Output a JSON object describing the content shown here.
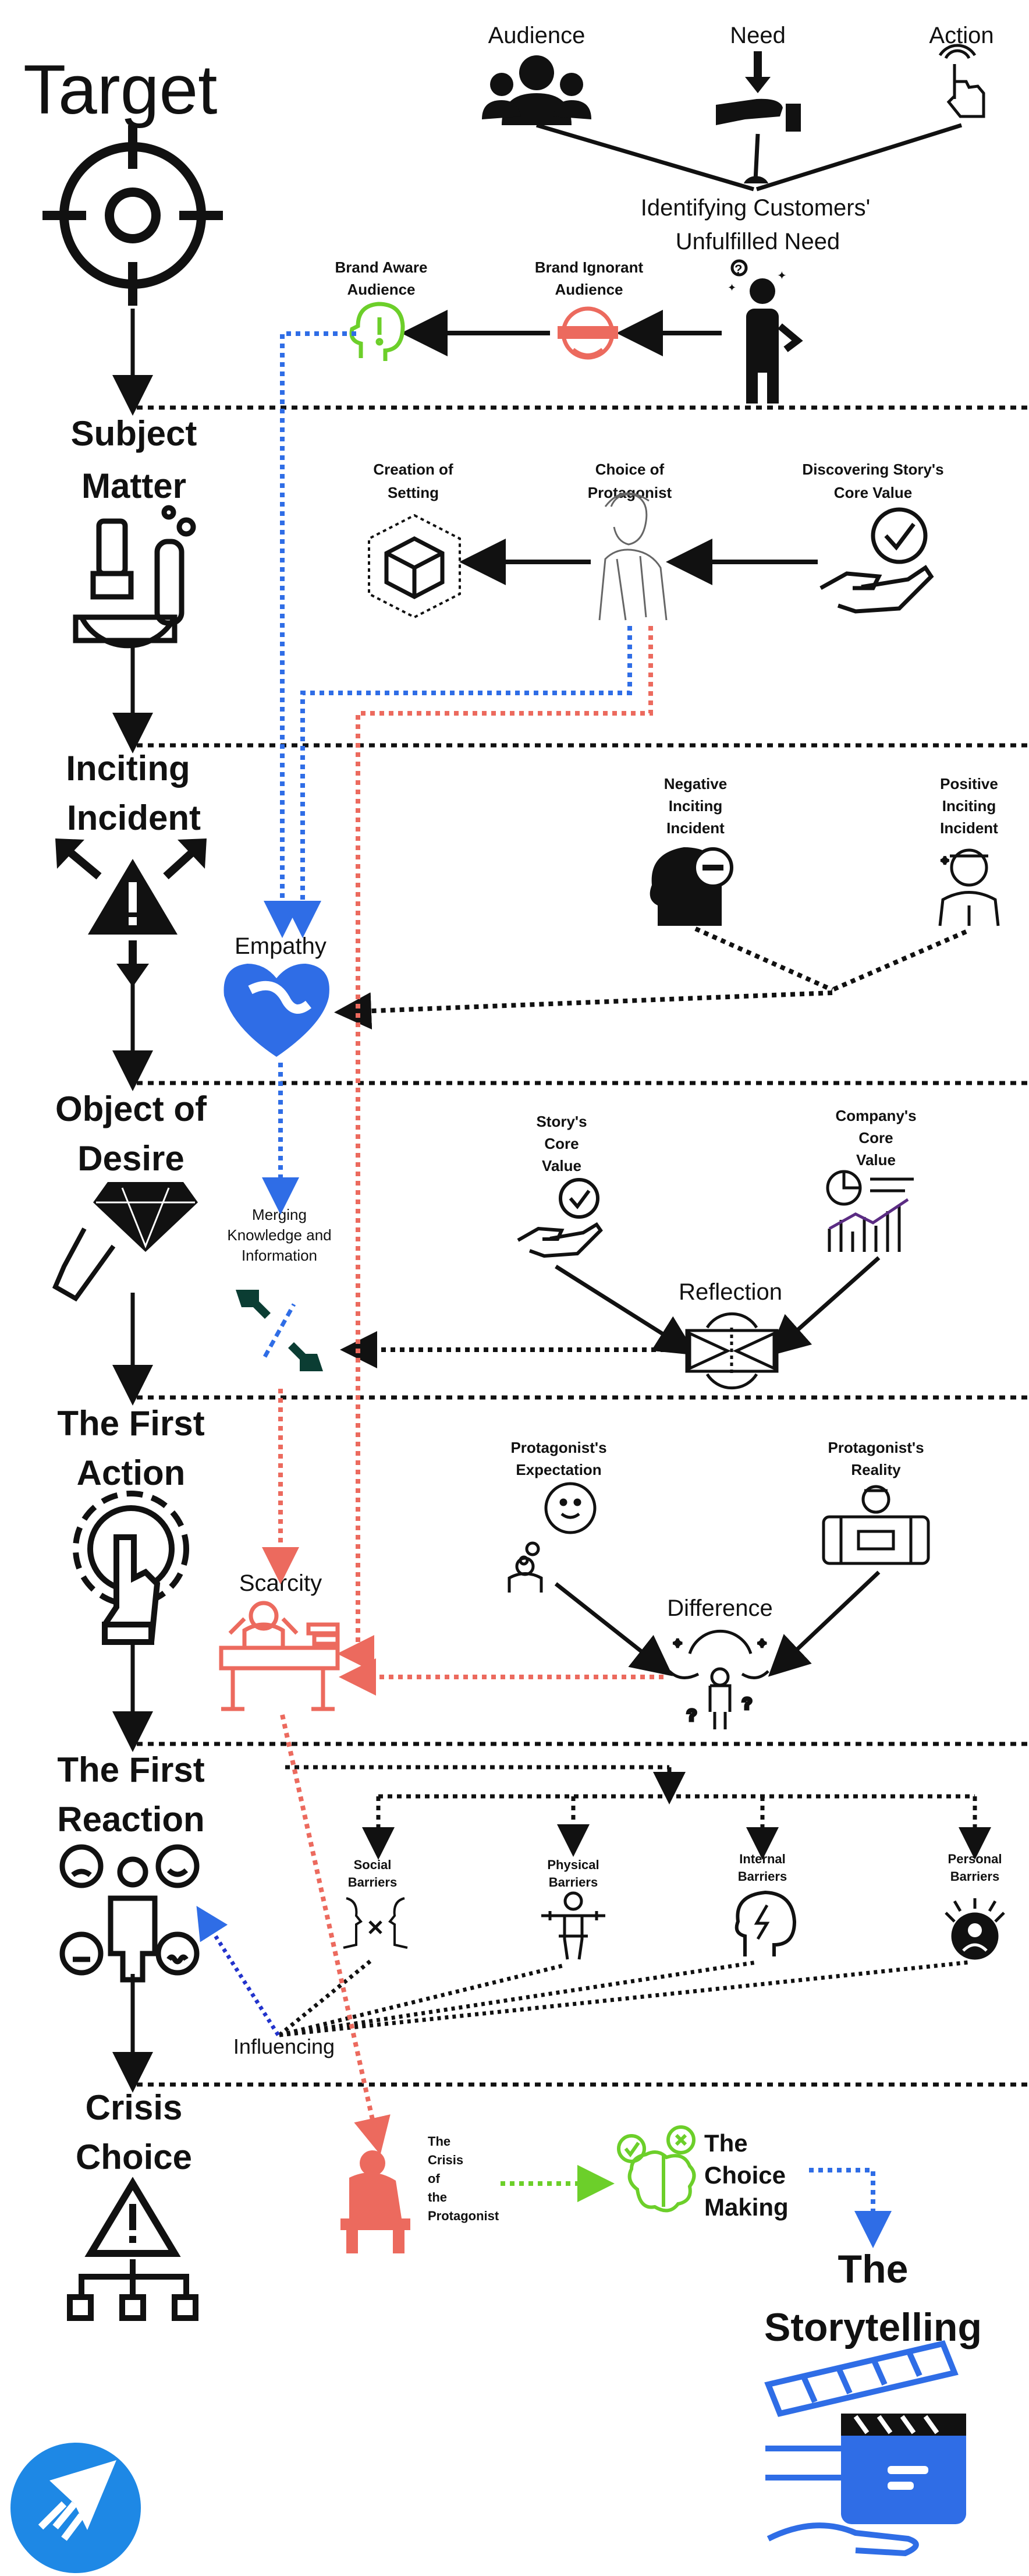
{
  "title": "Target",
  "top": {
    "audience": "Audience",
    "need": "Need",
    "action": "Action",
    "identifying_line1": "Identifying Customers'",
    "identifying_line2": "Unfulfilled Need",
    "brand_aware_line1": "Brand Aware",
    "brand_aware_line2": "Audience",
    "brand_ignorant_line1": "Brand Ignorant",
    "brand_ignorant_line2": "Audience"
  },
  "stages": {
    "subject_matter_line1": "Subject",
    "subject_matter_line2": "Matter",
    "inciting_line1": "Inciting",
    "inciting_line2": "Incident",
    "object_line1": "Object of",
    "object_line2": "Desire",
    "first_action_line1": "The First",
    "first_action_line2": "Action",
    "first_reaction_line1": "The First",
    "first_reaction_line2": "Reaction",
    "crisis_line1": "Crisis",
    "crisis_line2": "Choice"
  },
  "subject": {
    "setting_line1": "Creation of",
    "setting_line2": "Setting",
    "protagonist_line1": "Choice of",
    "protagonist_line2": "Protagonist",
    "core_value_line1": "Discovering Story's",
    "core_value_line2": "Core Value"
  },
  "inciting": {
    "negative_line1": "Negative",
    "negative_line2": "Inciting",
    "negative_line3": "Incident",
    "positive_line1": "Positive",
    "positive_line2": "Inciting",
    "positive_line3": "Incident",
    "empathy": "Empathy"
  },
  "object": {
    "story_core_line1": "Story's",
    "story_core_line2": "Core",
    "story_core_line3": "Value",
    "company_core_line1": "Company's",
    "company_core_line2": "Core",
    "company_core_line3": "Value",
    "reflection": "Reflection",
    "merging_line1": "Merging",
    "merging_line2": "Knowledge and",
    "merging_line3": "Information"
  },
  "first_action": {
    "expectation_line1": "Protagonist's",
    "expectation_line2": "Expectation",
    "reality_line1": "Protagonist's",
    "reality_line2": "Reality",
    "difference": "Difference",
    "scarcity": "Scarcity"
  },
  "barriers": {
    "social_line1": "Social",
    "social_line2": "Barriers",
    "physical_line1": "Physical",
    "physical_line2": "Barriers",
    "internal_line1": "Internal",
    "internal_line2": "Barriers",
    "personal_line1": "Personal",
    "personal_line2": "Barriers",
    "influencing": "Influencing"
  },
  "crisis": {
    "crisis_line1": "The",
    "crisis_line2": "Crisis",
    "crisis_line3": "of",
    "crisis_line4": "the",
    "crisis_line5": "Protagonist",
    "choice_line1": "The",
    "choice_line2": "Choice",
    "choice_line3": "Making",
    "story_line1": "The",
    "story_line2": "Storytelling"
  },
  "colors": {
    "blue": "#2f6de6",
    "red": "#ec6a5e",
    "green": "#6ccf2a",
    "black": "#111111",
    "dark_teal": "#0b3d33",
    "brand_blue": "#1e88e5"
  }
}
